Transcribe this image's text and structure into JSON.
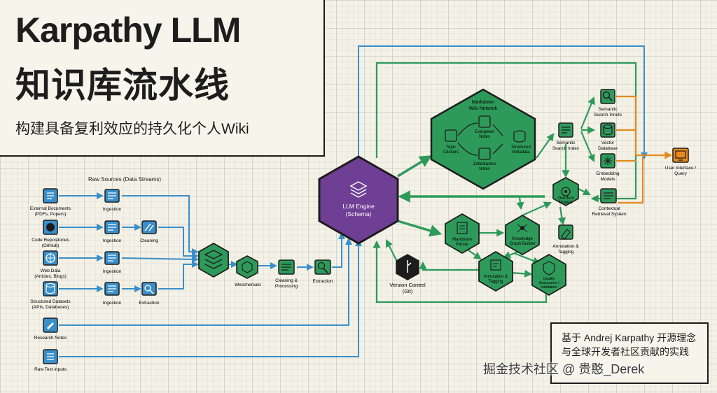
{
  "title_line1": "Karpathy LLM",
  "title_line2": "知识库流水线",
  "subtitle": "构建具备复利效应的持久化个人Wiki",
  "raw_sources_label": "Raw Sources (Data Streams)",
  "sources": [
    {
      "l1": "External Bocuments",
      "l2": "(PDFs, Popers)"
    },
    {
      "l1": "Code Repositories",
      "l2": "(GitHub)"
    },
    {
      "l1": "Web Data",
      "l2": "(Articles, Blogs)"
    },
    {
      "l1": "Structured Datasets",
      "l2": "(APIs, Databases)"
    },
    {
      "l1": "Research Notes",
      "l2": ""
    },
    {
      "l1": "Raw Text inputs",
      "l2": ""
    }
  ],
  "ingestion_labels": [
    "Ingestion",
    "Ingestion",
    "Ingestion",
    "Ingestion"
  ],
  "cleaning_label": "Cleaning",
  "extraction_small_label": "Extraction",
  "wesunersalo_label": "Wesl/nersalo",
  "cleaning_processing": {
    "l1": "Cleaning &",
    "l2": "Processing"
  },
  "extraction_label": "Extraction",
  "llm_engine": {
    "l1": "LLM Engine",
    "l2": "(Schema)"
  },
  "version_control": {
    "l1": "Version Contrel",
    "l2": "(Git)"
  },
  "wiki_network": {
    "title_l1": "Markdown",
    "title_l2": "Wiki Network",
    "topic_clusters": {
      "l1": "Topic",
      "l2": "Clusters"
    },
    "evergreen": {
      "l1": "Evergreen",
      "l2": "Notes"
    },
    "zettelkasten": {
      "l1": "Zettelkasten",
      "l2": "Notes"
    },
    "structured_metadata": {
      "l1": "Structured",
      "l2": "Metadata"
    }
  },
  "semantic_search_index": {
    "l1": "Semantic",
    "l2": "Search Index"
  },
  "semantic_search_insets": {
    "l1": "Semantic",
    "l2": "Search Innets"
  },
  "vector_database": {
    "l1": "Vector",
    "l2": "Database"
  },
  "embedding_models": {
    "l1": "Embedding",
    "l2": "Models"
  },
  "user_interface": {
    "l1": "User Interface /",
    "l2": "Query"
  },
  "overfunt_models": {
    "l1": "Overfunt",
    "l2": "Models"
  },
  "contextual_retrieval": {
    "l1": "Contextual",
    "l2": "Retrieval System"
  },
  "markdown_parser": {
    "l1": "Markdown",
    "l2": "Parser"
  },
  "knowledge_graph": {
    "l1": "Knowledge",
    "l2": "Graph Builder"
  },
  "annotation_tagging_right": {
    "l1": "Annotation &",
    "l2": "Tagging"
  },
  "annotation_tagging_center": {
    "l1": "Annotation &",
    "l2": "Tagging"
  },
  "quality_assurance": {
    "l1": "Quality",
    "l2": "Assurance /",
    "l3": "Validation"
  },
  "note": "基于 Andrej Karpathy 开源理念与全球开发者社区贡献的实践",
  "watermark": "掘金技术社区 @ 贵憨_Derek",
  "colors": {
    "blue": "#3a8fc9",
    "green": "#2e9a5a",
    "purple": "#6f3f96",
    "orange": "#e68a1e",
    "ink": "#1d1d1d"
  }
}
